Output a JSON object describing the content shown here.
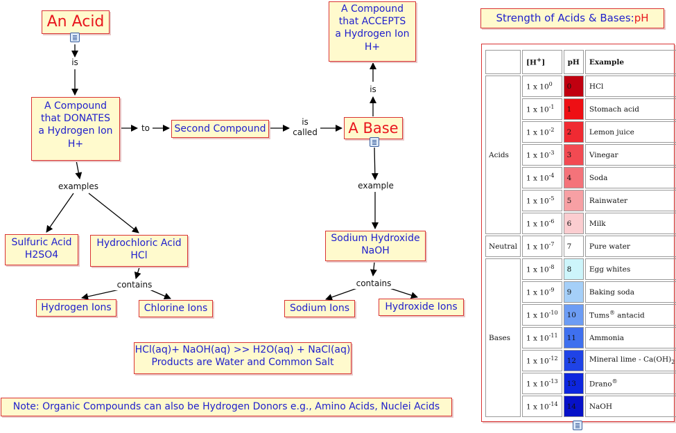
{
  "nodes": {
    "an_acid": "An Acid",
    "compound_donates": [
      "A Compound",
      "that DONATES",
      "a Hydrogen Ion",
      "H+"
    ],
    "second_compound": "Second Compound",
    "a_base": "A Base",
    "compound_accepts": [
      "A Compound",
      "that ACCEPTS",
      "a Hydrogen Ion",
      "H+"
    ],
    "sulfuric_acid": [
      "Sulfuric Acid",
      "H2SO4"
    ],
    "hydrochloric_acid": [
      "Hydrochloric Acid",
      "HCl"
    ],
    "hydrogen_ions": "Hydrogen Ions",
    "chlorine_ions": "Chlorine Ions",
    "sodium_hydroxide": [
      "Sodium Hydroxide",
      "NaOH"
    ],
    "sodium_ions": "Sodium Ions",
    "hydroxide_ions": "Hydroxide Ions",
    "equation": [
      "HCl(aq)+ NaOH(aq) >> H2O(aq) + NaCl(aq)",
      "Products are Water and Common Salt"
    ],
    "note": "Note: Organic Compounds can also be Hydrogen Donors e.g., Amino Acids, Nuclei Acids",
    "strength_title": "Strength of Acids & Bases:",
    "strength_ph": "pH"
  },
  "links": {
    "is_1": "is",
    "to": "to",
    "is_called": [
      "is",
      "called"
    ],
    "is_2": "is",
    "examples": "examples",
    "example": "example",
    "contains_1": "contains",
    "contains_2": "contains"
  },
  "colors": {
    "node_border": "#d93232",
    "node_fill": "#fffacd",
    "node_text": "#1e1ecc",
    "title_text": "#e8161e"
  },
  "icons": [
    "document-icon"
  ],
  "ph_table": {
    "headers": {
      "h": "[H+]",
      "ph": "pH",
      "example": "Example"
    },
    "groups": {
      "acids": "Acids",
      "neutral": "Neutral",
      "bases": "Bases"
    },
    "rows": [
      {
        "h_base": "1 x 10",
        "h_exp": "0",
        "ph": "0",
        "example": "HCl",
        "example_sub": "",
        "example_sup": "",
        "color": "#c00010"
      },
      {
        "h_base": "1 x 10",
        "h_exp": "-1",
        "ph": "1",
        "example": "Stomach acid",
        "example_sub": "",
        "example_sup": "",
        "color": "#ee0f14"
      },
      {
        "h_base": "1 x 10",
        "h_exp": "-2",
        "ph": "2",
        "example": "Lemon juice",
        "example_sub": "",
        "example_sup": "",
        "color": "#f02a32"
      },
      {
        "h_base": "1 x 10",
        "h_exp": "-3",
        "ph": "3",
        "example": "Vinegar",
        "example_sub": "",
        "example_sup": "",
        "color": "#f24a52"
      },
      {
        "h_base": "1 x 10",
        "h_exp": "-4",
        "ph": "4",
        "example": "Soda",
        "example_sub": "",
        "example_sup": "",
        "color": "#f4737a"
      },
      {
        "h_base": "1 x 10",
        "h_exp": "-5",
        "ph": "5",
        "example": "Rainwater",
        "example_sub": "",
        "example_sup": "",
        "color": "#f7a0a4"
      },
      {
        "h_base": "1 x 10",
        "h_exp": "-6",
        "ph": "6",
        "example": "Milk",
        "example_sub": "",
        "example_sup": "",
        "color": "#fbcdd0"
      },
      {
        "h_base": "1 x 10",
        "h_exp": "-7",
        "ph": "7",
        "example": "Pure water",
        "example_sub": "",
        "example_sup": "",
        "color": "#ffffff"
      },
      {
        "h_base": "1 x 10",
        "h_exp": "-8",
        "ph": "8",
        "example": "Egg whites",
        "example_sub": "",
        "example_sup": "",
        "color": "#cdf5fb"
      },
      {
        "h_base": "1 x 10",
        "h_exp": "-9",
        "ph": "9",
        "example": "Baking soda",
        "example_sub": "",
        "example_sup": "",
        "color": "#a5cff8"
      },
      {
        "h_base": "1 x 10",
        "h_exp": "-10",
        "ph": "10",
        "example": "Tums",
        "example_sub": "",
        "example_sup": "®",
        "example_tail": " antacid",
        "color": "#6c9cf4"
      },
      {
        "h_base": "1 x 10",
        "h_exp": "-11",
        "ph": "11",
        "example": "Ammonia",
        "example_sub": "",
        "example_sup": "",
        "color": "#3f70ee"
      },
      {
        "h_base": "1 x 10",
        "h_exp": "-12",
        "ph": "12",
        "example": "Mineral lime - Ca(OH)",
        "example_sub": "2",
        "example_sup": "",
        "color": "#1f43e6"
      },
      {
        "h_base": "1 x 10",
        "h_exp": "-13",
        "ph": "13",
        "example": "Drano",
        "example_sub": "",
        "example_sup": "®",
        "color": "#0d26de"
      },
      {
        "h_base": "1 x 10",
        "h_exp": "-14",
        "ph": "14",
        "example": "NaOH",
        "example_sub": "",
        "example_sup": "",
        "color": "#0711c8"
      }
    ]
  }
}
